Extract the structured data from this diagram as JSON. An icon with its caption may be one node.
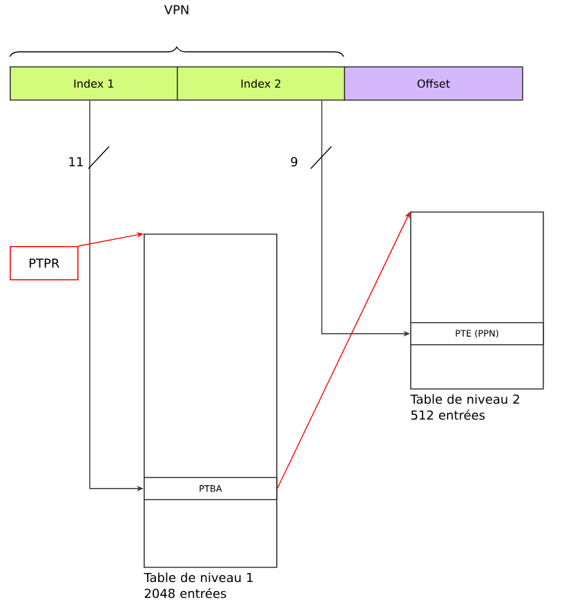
{
  "diagram": {
    "nodes": [
      {
        "text": [
          "Index 1"
        ]
      },
      {
        "text": [
          "Index 2"
        ]
      },
      {
        "text": [
          "Offset"
        ]
      },
      {
        "text": [
          "PTPR"
        ]
      },
      {
        "text": [],
        "shape": "box",
        "beside": [
          "Table de niveau 1 2048 entrées"
        ]
      },
      {
        "text": [
          "PTBA"
        ],
        "in": 4
      },
      {
        "text": [],
        "shape": "box",
        "beside": [
          "Table de niveau 2 512 entrées"
        ]
      },
      {
        "text": [
          "PTE (PPN)"
        ],
        "in": 6
      }
    ],
    "edges": [
      {
        "from": 0,
        "to": 5,
        "arrow": "to"
      },
      {
        "from": 1,
        "to": 7,
        "arrow": "to"
      },
      {
        "from": 3,
        "to": 4,
        "arrow": "to",
        "color": "#ff0000"
      },
      {
        "from": 5,
        "to": 6,
        "arrow": "to",
        "color": "#ff0000"
      }
    ],
    "labels": [
      "VPN",
      "11",
      "9"
    ]
  }
}
